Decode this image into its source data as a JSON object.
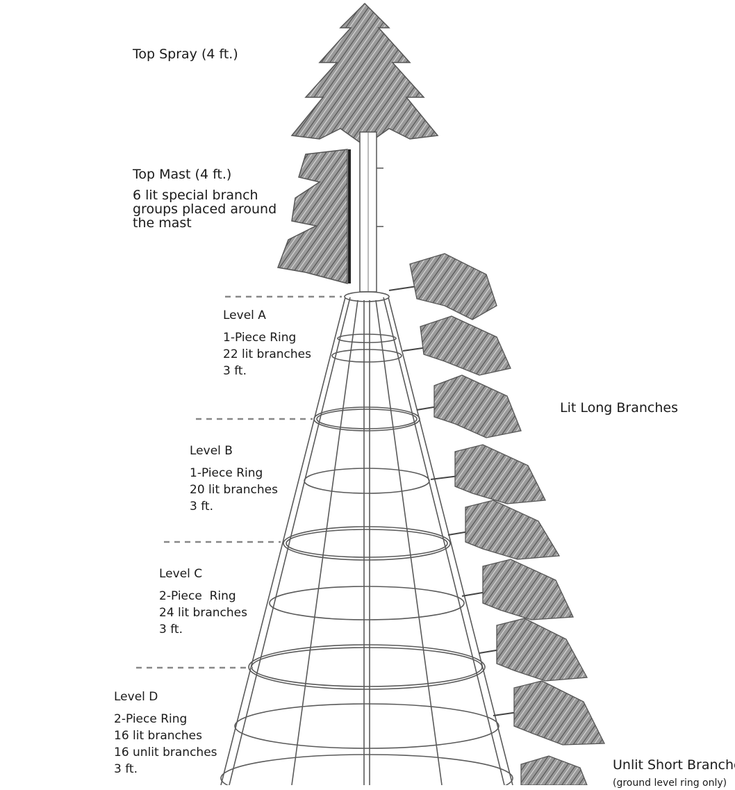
{
  "labels": {
    "top_spray": "Top Spray (4 ft.)",
    "top_mast": {
      "title": "Top Mast (4 ft.)",
      "lines": [
        "6 lit special branch",
        "groups placed around",
        "the mast"
      ]
    },
    "levels": [
      {
        "name": "Level A",
        "ring": "1-Piece Ring",
        "branches": [
          "22 lit branches"
        ],
        "height": "3 ft."
      },
      {
        "name": "Level B",
        "ring": "1-Piece Ring",
        "branches": [
          "20 lit branches"
        ],
        "height": "3 ft."
      },
      {
        "name": "Level C",
        "ring": "2-Piece  Ring",
        "branches": [
          "24 lit branches"
        ],
        "height": "3 ft."
      },
      {
        "name": "Level D",
        "ring": "2-Piece Ring",
        "branches": [
          "16 lit branches",
          "16 unlit branches"
        ],
        "height": "3 ft."
      }
    ],
    "lit_long_branches": "Lit Long Branches",
    "unlit_short_branches": "Unlit Short Branche",
    "ground_note": "(ground level ring only)"
  },
  "colors": {
    "ink": "#1a1a1a",
    "frame": "#5a5a5a",
    "foliage": "#7d7d7d",
    "foliage_dark": "#3d3d3d",
    "dash": "#888888"
  }
}
